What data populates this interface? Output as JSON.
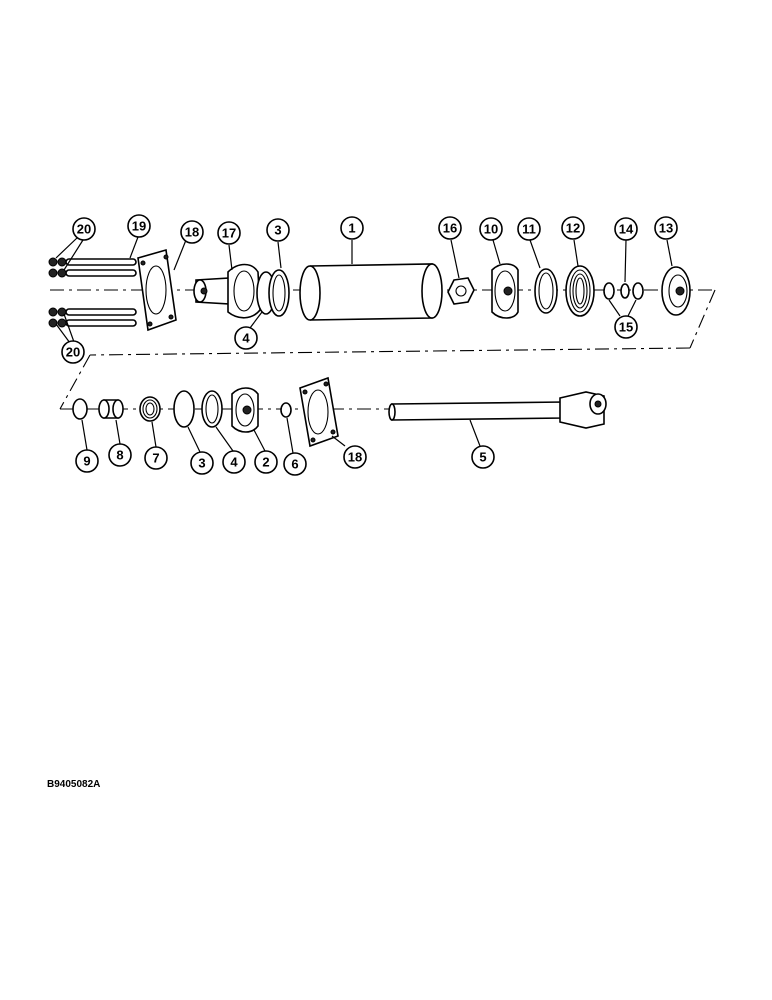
{
  "drawing_code": "B9405082A",
  "callouts": [
    {
      "id": "c20a",
      "label": "20"
    },
    {
      "id": "c19",
      "label": "19"
    },
    {
      "id": "c18a",
      "label": "18"
    },
    {
      "id": "c17",
      "label": "17"
    },
    {
      "id": "c3a",
      "label": "3"
    },
    {
      "id": "c1",
      "label": "1"
    },
    {
      "id": "c16",
      "label": "16"
    },
    {
      "id": "c10",
      "label": "10"
    },
    {
      "id": "c11",
      "label": "11"
    },
    {
      "id": "c12",
      "label": "12"
    },
    {
      "id": "c14",
      "label": "14"
    },
    {
      "id": "c13",
      "label": "13"
    },
    {
      "id": "c4a",
      "label": "4"
    },
    {
      "id": "c15",
      "label": "15"
    },
    {
      "id": "c20b",
      "label": "20"
    },
    {
      "id": "c9",
      "label": "9"
    },
    {
      "id": "c8",
      "label": "8"
    },
    {
      "id": "c7",
      "label": "7"
    },
    {
      "id": "c3b",
      "label": "3"
    },
    {
      "id": "c4b",
      "label": "4"
    },
    {
      "id": "c2",
      "label": "2"
    },
    {
      "id": "c6",
      "label": "6"
    },
    {
      "id": "c18b",
      "label": "18"
    },
    {
      "id": "c5",
      "label": "5"
    }
  ]
}
